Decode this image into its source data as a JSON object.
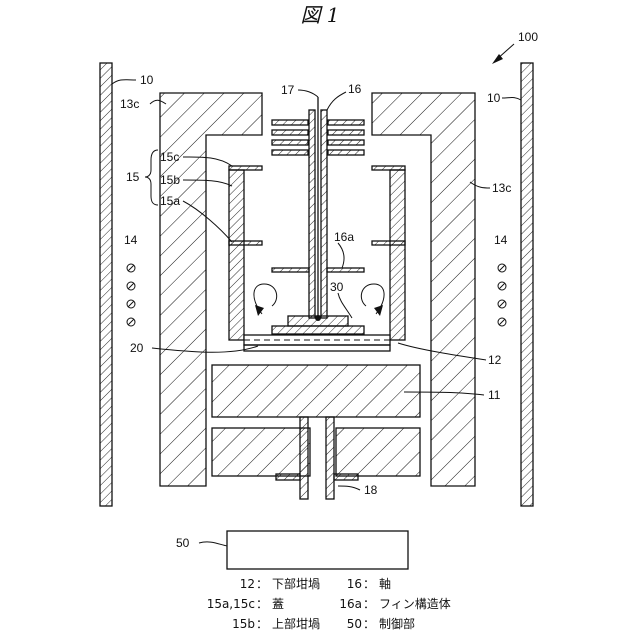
{
  "figure_title": "図 1",
  "labels": {
    "l100": "100",
    "l10_left": "10",
    "l10_right": "10",
    "l13c_left": "13c",
    "l13c_right": "13c",
    "l17": "17",
    "l16": "16",
    "l15c": "15c",
    "l15": "15",
    "l15b": "15b",
    "l15a": "15a",
    "l16a": "16a",
    "l14_left": "14",
    "l14_right": "14",
    "l30": "30",
    "l20": "20",
    "l12": "12",
    "l11": "11",
    "l18": "18",
    "l50": "50"
  },
  "legend": [
    {
      "num": "12",
      "sep": "：",
      "name": "下部坩堝"
    },
    {
      "num": "16",
      "sep": "：",
      "name": "軸"
    },
    {
      "num": "15a,15c",
      "sep": "：",
      "name": "蓋"
    },
    {
      "num": "16a",
      "sep": "：",
      "name": "フィン構造体"
    },
    {
      "num": "15b",
      "sep": "：",
      "name": "上部坩堝"
    },
    {
      "num": "50",
      "sep": "：",
      "name": "制御部"
    }
  ]
}
